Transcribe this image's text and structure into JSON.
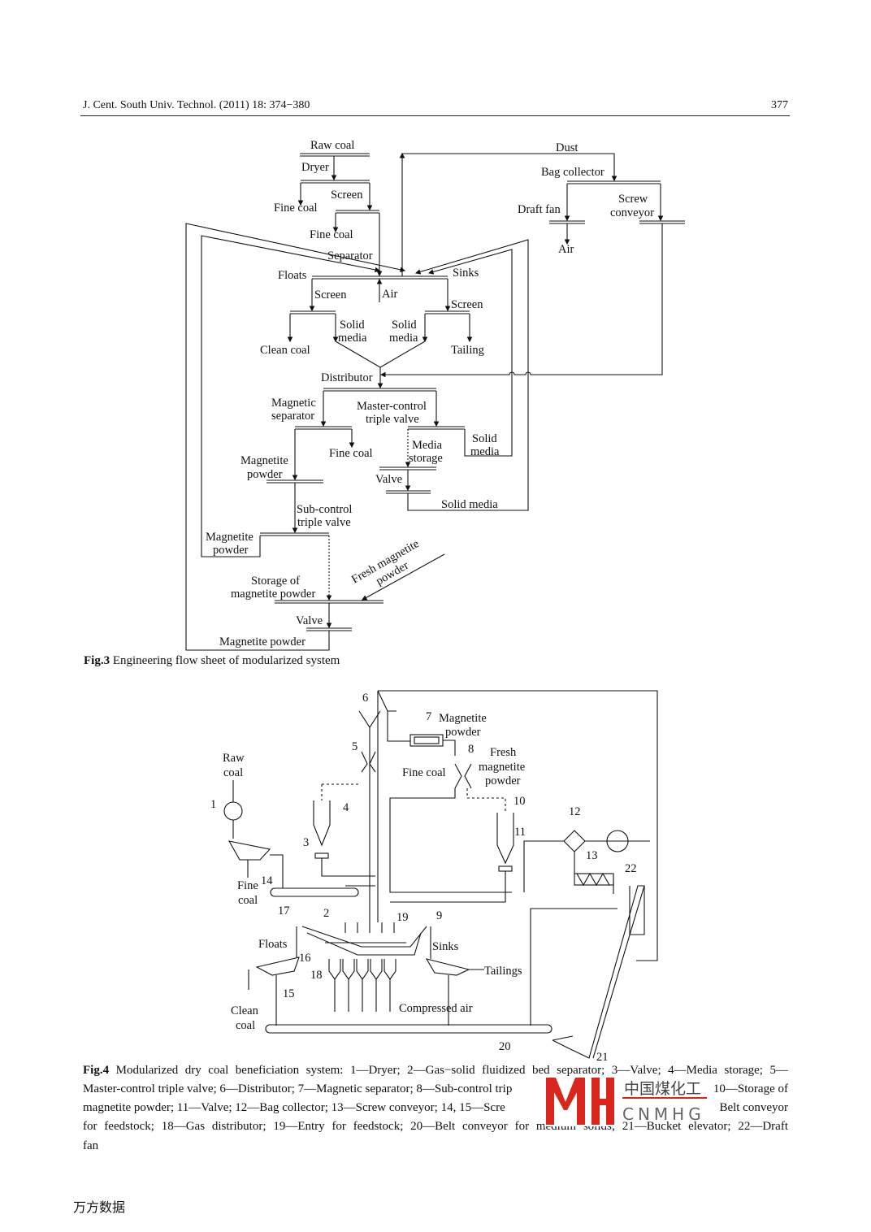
{
  "header": {
    "journal": "J. Cent. South Univ. Technol. (2011) 18: 374−380",
    "page_number": "377"
  },
  "fig3": {
    "labels": {
      "raw_coal": "Raw coal",
      "dryer": "Dryer",
      "fine_coal_1": "Fine coal",
      "screen_1": "Screen",
      "fine_coal_2": "Fine coal",
      "separator": "Separator",
      "floats": "Floats",
      "sinks": "Sinks",
      "screen_2": "Screen",
      "air_1": "Air",
      "screen_3": "Screen",
      "clean_coal": "Clean coal",
      "solid_1": "Solid",
      "media_1": "media",
      "solid_2": "Solid",
      "media_2": "media",
      "tailing": "Tailing",
      "distributor": "Distributor",
      "magnetic": "Magnetic",
      "separator_2": "separator",
      "master_control": "Master-control",
      "triple_valve_1": "triple valve",
      "fine_coal_3": "Fine coal",
      "media_s": "Media",
      "storage": "storage",
      "solid_3": "Solid",
      "media_3": "media",
      "magnetite_1": "Magnetite",
      "powder_1": "powder",
      "valve_1": "Valve",
      "solid_media": "Solid media",
      "sub_control": "Sub-control",
      "triple_valve_2": "triple valve",
      "magnetite_2": "Magnetite",
      "powder_2": "powder",
      "storage_of": "Storage of",
      "magnetite_powder_1": "magnetite powder",
      "fresh_magnetite": "Fresh magnetite",
      "powder_3": "powder",
      "valve_2": "Valve",
      "magnetite_powder_2": "Magnetite powder",
      "dust": "Dust",
      "bag_collector": "Bag collector",
      "draft_fan": "Draft fan",
      "screw": "Screw",
      "conveyor": "conveyor",
      "air_2": "Air"
    },
    "caption_label": "Fig.3",
    "caption_text": " Engineering flow sheet of modularized system"
  },
  "fig4": {
    "labels": {
      "n6": "6",
      "n7": "7",
      "magnetite": "Magnetite",
      "powder": "powder",
      "n5": "5",
      "n8": "8",
      "fresh": "Fresh",
      "magnetite_2": "magnetite",
      "powder_2": "powder",
      "raw": "Raw",
      "coal": "coal",
      "fine_coal": "Fine coal",
      "n1": "1",
      "n4": "4",
      "n10": "10",
      "n12": "12",
      "n11": "11",
      "n3": "3",
      "n13": "13",
      "n22": "22",
      "fine": "Fine",
      "n14": "14",
      "coal_2": "coal",
      "n17": "17",
      "n2": "2",
      "n19": "19",
      "n9": "9",
      "floats": "Floats",
      "sinks": "Sinks",
      "n16": "16",
      "n18": "18",
      "tailings": "Tailings",
      "n15": "15",
      "clean": "Clean",
      "coal_3": "coal",
      "compressed_air": "Compressed air",
      "n20": "20",
      "n21": "21"
    },
    "caption_label": "Fig.4",
    "caption_lines": [
      " Modularized dry coal beneficiation system: 1—Dryer; 2—Gas−solid fluidized bed separator; 3—Valve; 4—Media storage; 5—",
      "Master-control triple valve; 6—Distributor; 7—Magnetic separator; 8—Sub-control trip",
      "10—Storage of",
      "magnetite powder; 11—Valve; 12—Bag collector; 13—Screw conveyor; 14, 15—Scre",
      "Belt conveyor",
      "for feedstock; 18—Gas distributor; 19—Entry for feedstock; 20—Belt conveyor for medium solids; 21—Bucket elevator; 22—Draft",
      "fan"
    ]
  },
  "watermark": {
    "logo": "MH",
    "chinese": "中国煤化工",
    "latin": "CNMHG",
    "color": "#d9261c"
  },
  "footer": {
    "text": "万方数据"
  }
}
